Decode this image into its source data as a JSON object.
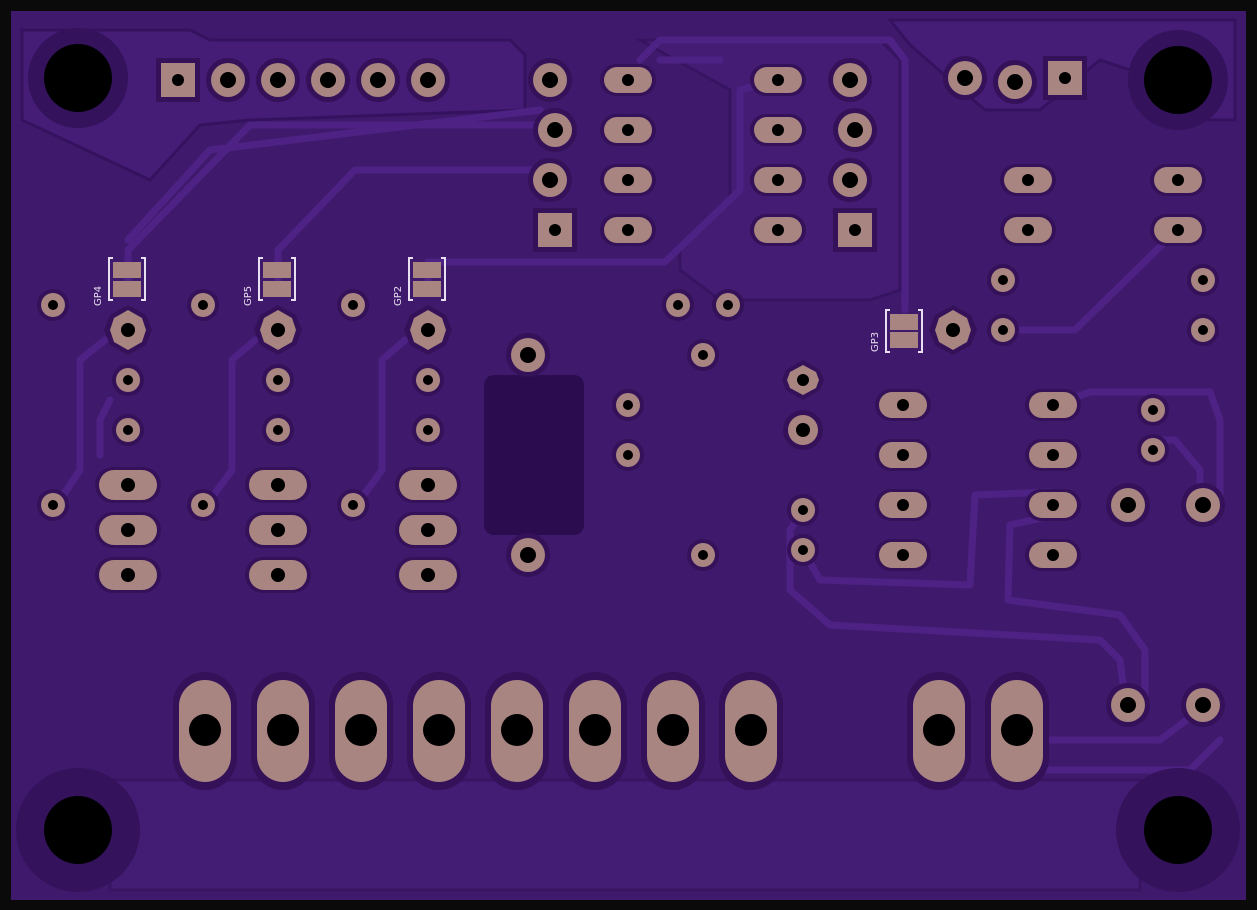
{
  "colors": {
    "edge": "#0a0a0a",
    "substrate": "#3f1a6c",
    "copper_pour": "#4d2182",
    "trace": "#4a1f7e",
    "keepout": "#2b0c4e",
    "pad": "#a88580",
    "hole": "#000000",
    "silk": "#e8dff0"
  },
  "labels": {
    "gp4": "GP4",
    "gp5": "GP5",
    "gp2": "GP2",
    "gp3": "GP3"
  }
}
